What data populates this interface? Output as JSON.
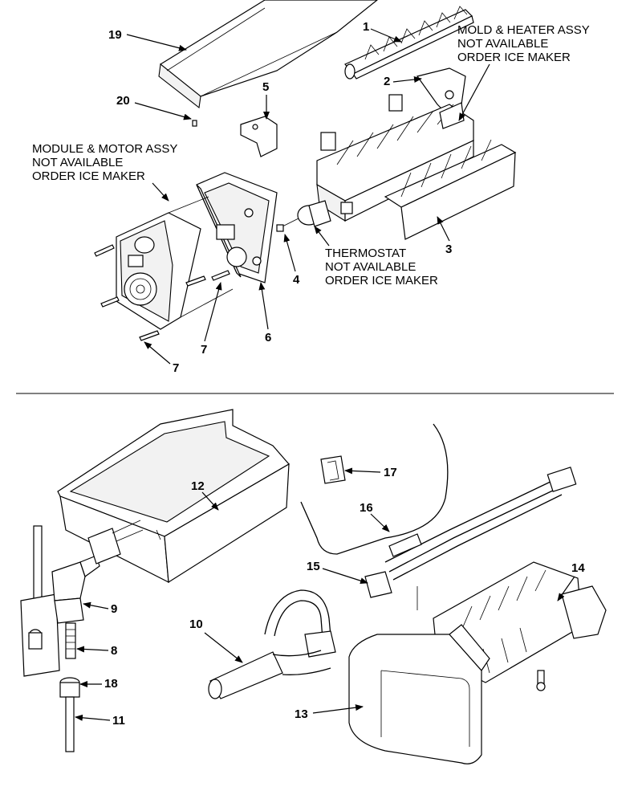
{
  "callouts": {
    "c1": "1",
    "c2": "2",
    "c3": "3",
    "c4": "4",
    "c5": "5",
    "c6": "6",
    "c7a": "7",
    "c7b": "7",
    "c8": "8",
    "c9": "9",
    "c10": "10",
    "c11": "11",
    "c12": "12",
    "c13": "13",
    "c14": "14",
    "c15": "15",
    "c16": "16",
    "c17": "17",
    "c18": "18",
    "c19": "19",
    "c20": "20"
  },
  "notes": {
    "mold": [
      "MOLD & HEATER ASSY",
      "NOT AVAILABLE",
      "ORDER ICE MAKER"
    ],
    "module": [
      "MODULE & MOTOR ASSY",
      "NOT AVAILABLE",
      "ORDER ICE MAKER"
    ],
    "thermostat": [
      "THERMOSTAT",
      "NOT AVAILABLE",
      "ORDER ICE MAKER"
    ]
  }
}
